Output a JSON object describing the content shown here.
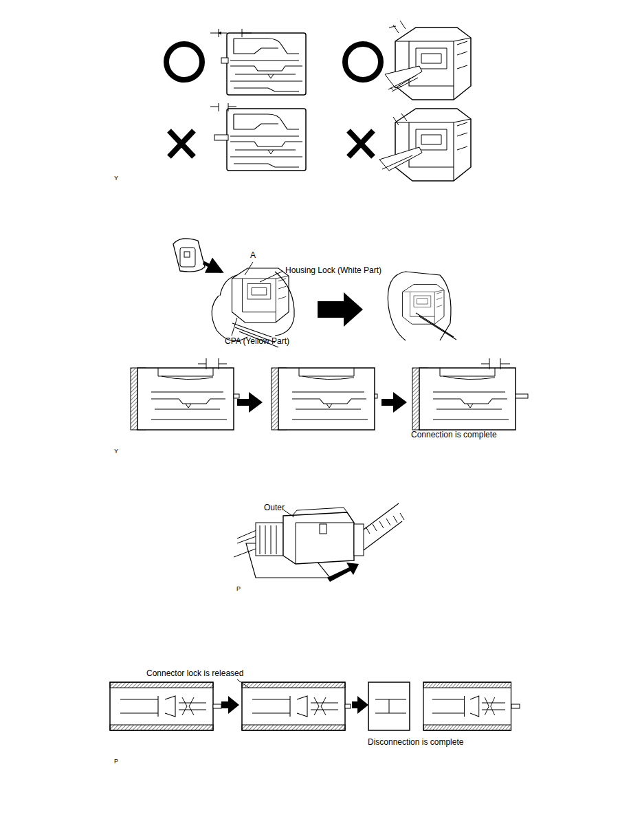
{
  "diagram": {
    "labels": [
      "Y",
      "A",
      "Housing Lock (White Part)",
      "CPA (Yellow Part)",
      "Connection is complete",
      "Y",
      "Outer",
      "P",
      "Connector lock is released",
      "Disconnection is complete",
      "P"
    ]
  }
}
